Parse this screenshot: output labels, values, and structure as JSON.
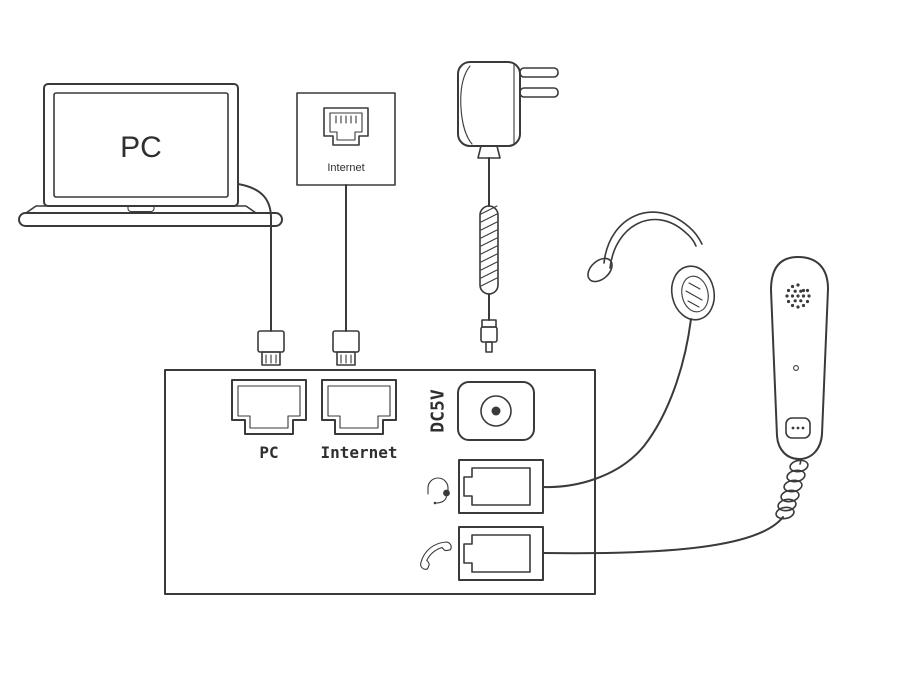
{
  "diagram": {
    "kind": "phone-rear-panel-connection-diagram",
    "labels": {
      "laptop_screen": "PC",
      "wall_jack": "Internet",
      "panel_port_pc": "PC",
      "panel_port_internet": "Internet",
      "panel_power": "DC5V"
    },
    "icons": {
      "headset_jack": "headset-icon",
      "handset_jack": "handset-icon"
    },
    "colors": {
      "line": "#3a3a3a",
      "background": "#ffffff"
    }
  }
}
